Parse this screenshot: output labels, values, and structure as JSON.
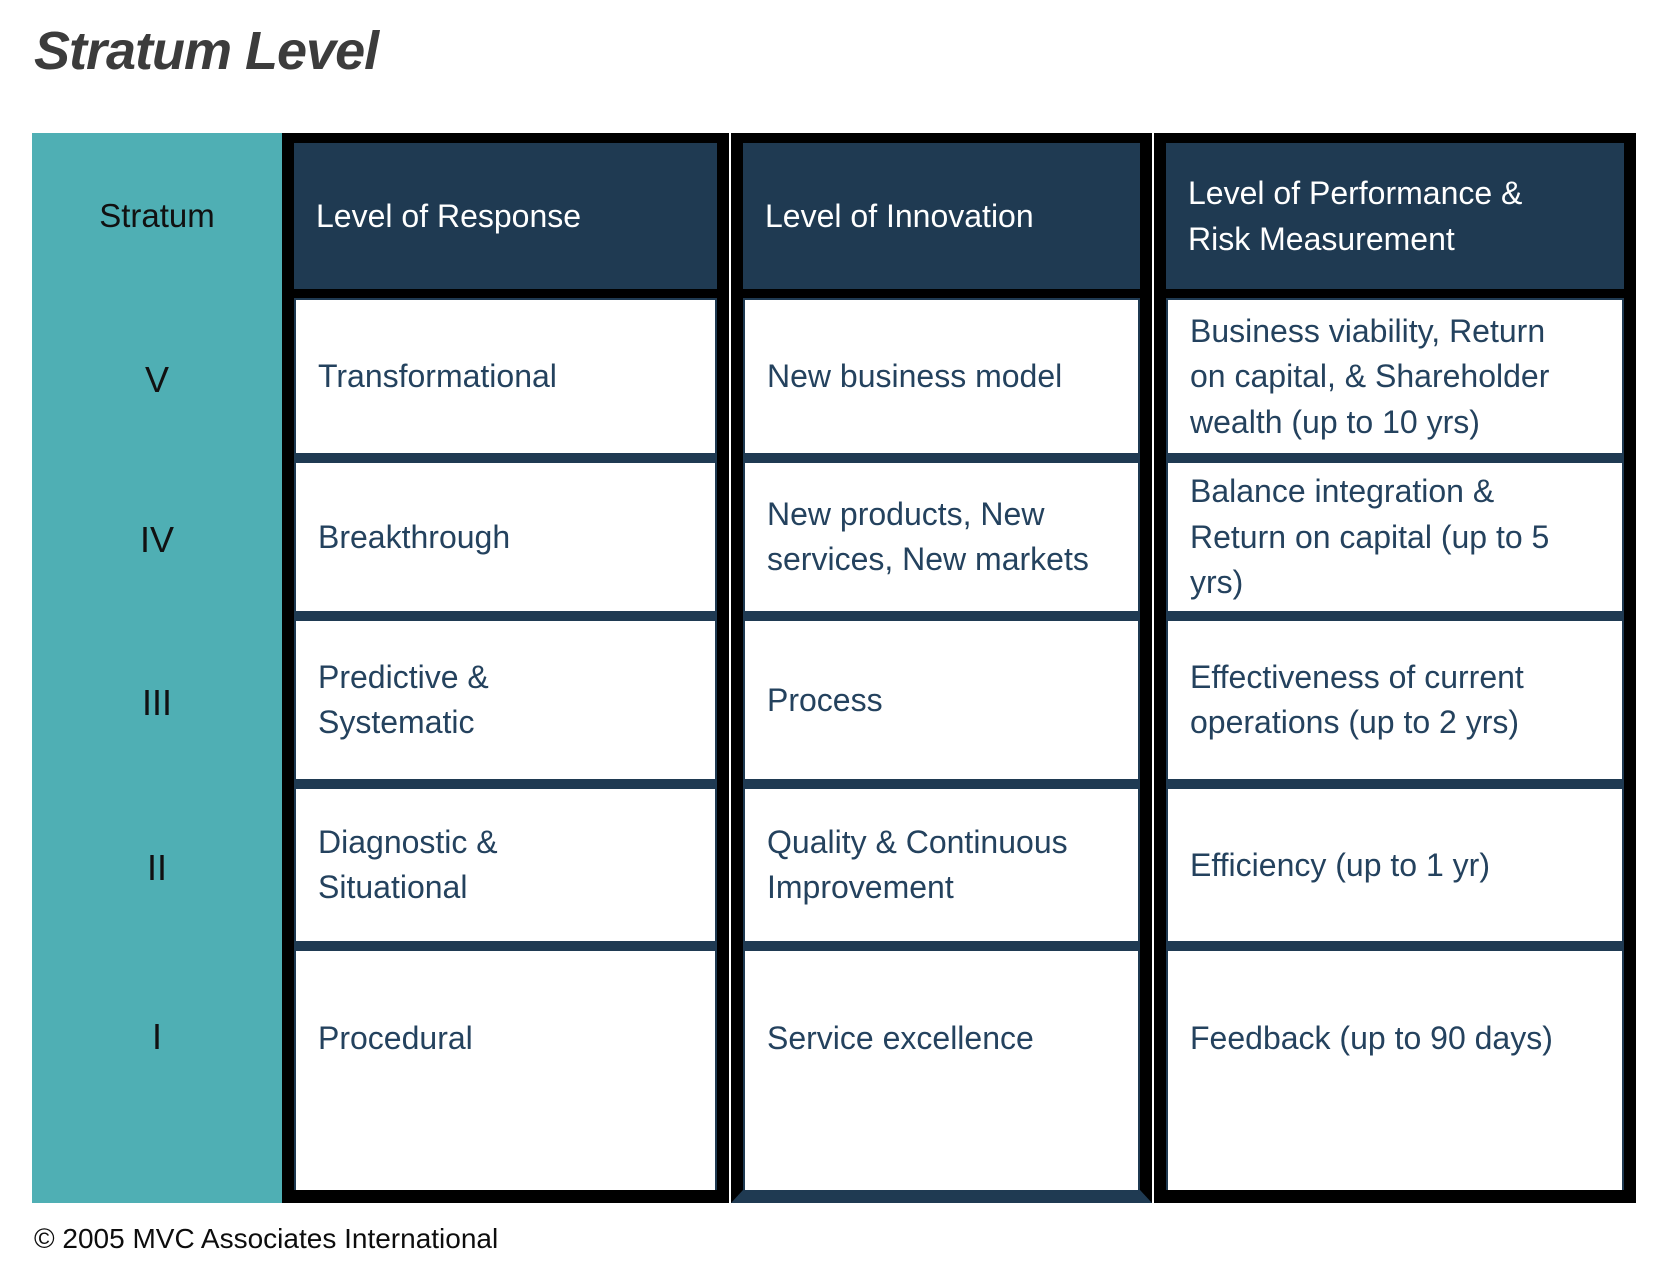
{
  "title": "Stratum Level",
  "footer": "© 2005 MVC Associates International",
  "colors": {
    "stratum_column_teal": "#4FAFB4",
    "header_navy": "#1F3A52",
    "cell_text_navy": "#24425E",
    "column_border_black": "#000000",
    "title_gray": "#3C3C3C"
  },
  "table": {
    "stratum_header": "Stratum",
    "columns": [
      "Level of Response",
      "Level of Innovation",
      "Level of Performance & Risk Measurement"
    ],
    "rows": [
      {
        "stratum": "V",
        "response": "Transformational",
        "innovation": "New business model",
        "performance": "Business viability, Return on capital, & Shareholder wealth (up to 10 yrs)"
      },
      {
        "stratum": "IV",
        "response": "Breakthrough",
        "innovation": "New products, New services, New markets",
        "performance": "Balance integration & Return on capital (up to 5 yrs)"
      },
      {
        "stratum": "III",
        "response": "Predictive & Systematic",
        "innovation": "Process",
        "performance": "Effectiveness of current operations (up to 2 yrs)"
      },
      {
        "stratum": "II",
        "response": "Diagnostic & Situational",
        "innovation": "Quality & Continuous Improvement",
        "performance": "Efficiency (up to 1 yr)"
      },
      {
        "stratum": "I",
        "response": "Procedural",
        "innovation": "Service excellence",
        "performance": "Feedback (up to 90 days)"
      }
    ]
  }
}
